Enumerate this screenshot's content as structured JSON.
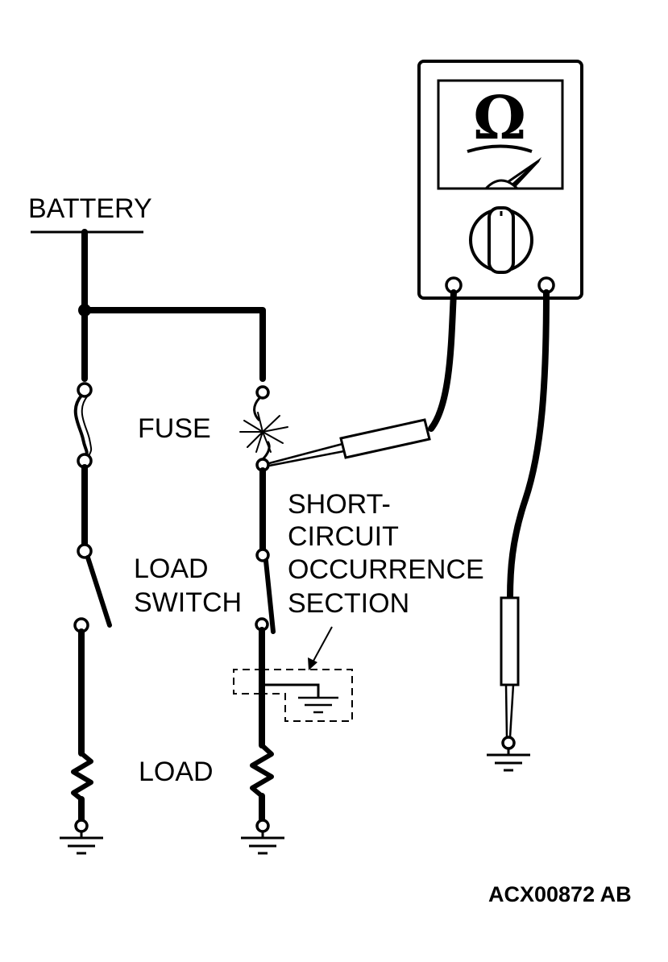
{
  "labels": {
    "battery": "BATTERY",
    "fuse": "FUSE",
    "load_switch_line1": "LOAD",
    "load_switch_line2": "SWITCH",
    "load": "LOAD",
    "short_line1": "SHORT-",
    "short_line2": "CIRCUIT",
    "short_line3": "OCCURRENCE",
    "short_line4": "SECTION",
    "figure_code": "ACX00872 AB"
  },
  "meter": {
    "symbol": "Ω",
    "icon": "ohmmeter-icon"
  }
}
